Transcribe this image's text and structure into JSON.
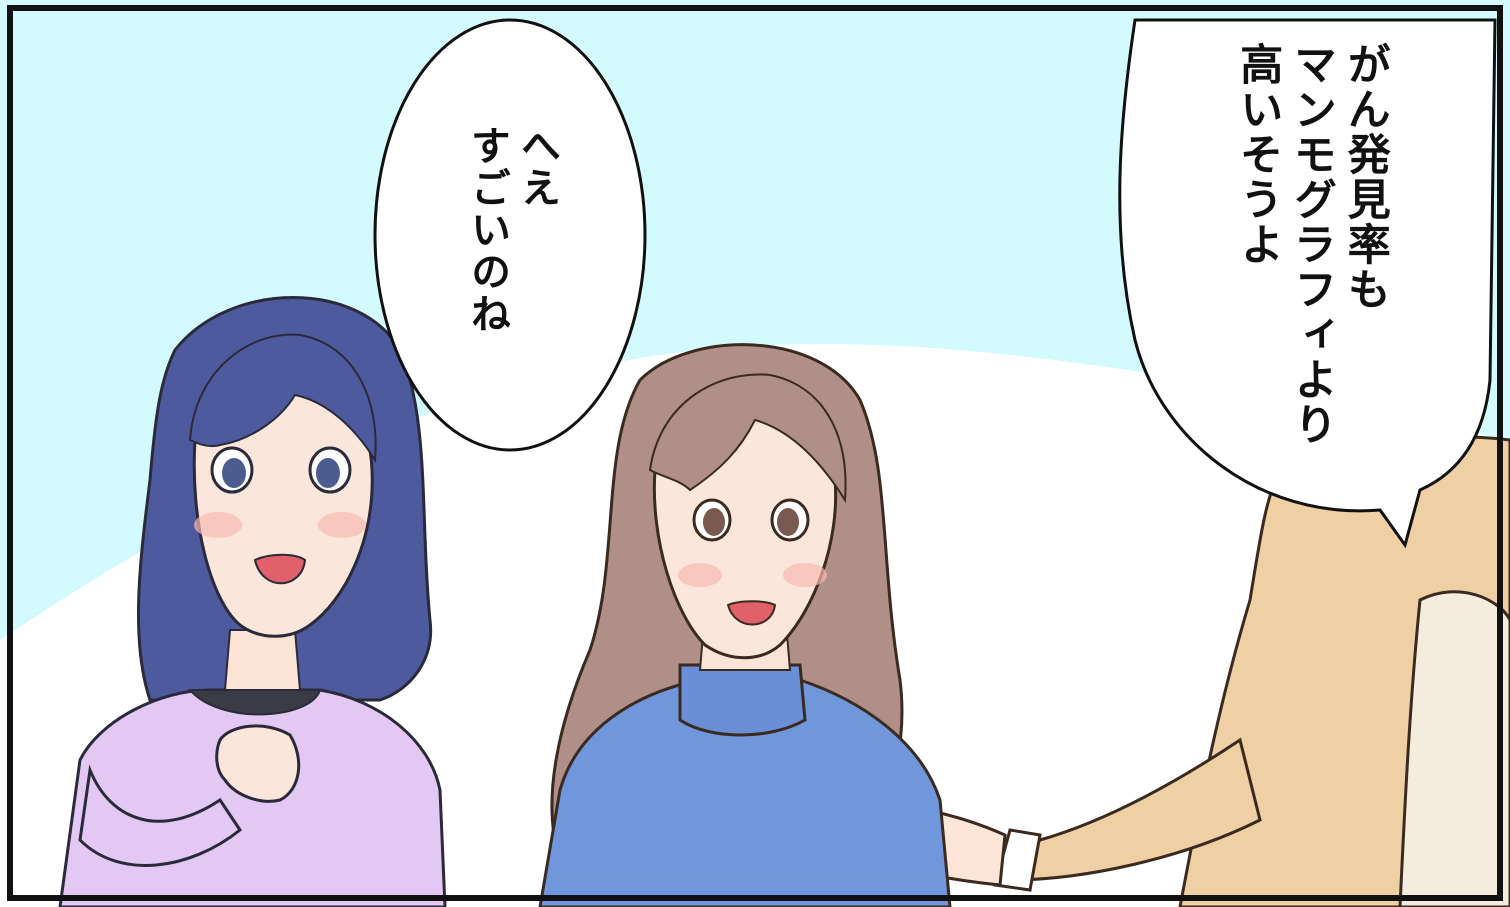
{
  "panel": {
    "sky_color": "#d3fbfd",
    "floor_color": "#ffffff",
    "border_color": "#111111"
  },
  "bubble_left": {
    "lines": [
      "へえ",
      "すごいのね"
    ]
  },
  "bubble_right": {
    "lines": [
      "がん発見率も",
      "マンモグラフィより",
      "高いそうよ"
    ]
  },
  "characters": {
    "woman_left": {
      "hair": "#4e5a9e",
      "top": "#e2c8f2"
    },
    "woman_middle": {
      "hair": "#b08f88",
      "top": "#7096db"
    },
    "speaker_right": {
      "top": "#efcfa4"
    }
  }
}
